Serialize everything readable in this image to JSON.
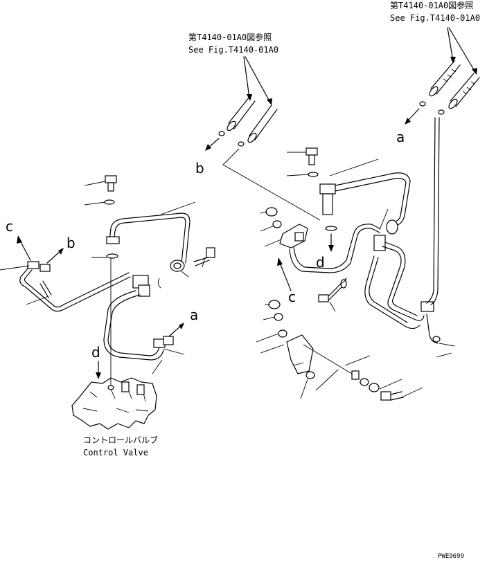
{
  "references": {
    "top_right": {
      "jp": "第T4140-01A0図参照",
      "en": "See Fig.T4140-01A0"
    },
    "top_middle": {
      "jp": "第T4140-01A0図参照",
      "en": "See Fig.T4140-01A0"
    }
  },
  "callouts": {
    "a_right": "a",
    "b_middle": "b",
    "c_left": "c",
    "b_left": "b",
    "d_right": "d",
    "c_right": "c",
    "a_left": "a",
    "d_left": "d"
  },
  "control_valve": {
    "jp": "コントロールバルブ",
    "en": "Control Valve"
  },
  "figure_code": "PWE9699"
}
